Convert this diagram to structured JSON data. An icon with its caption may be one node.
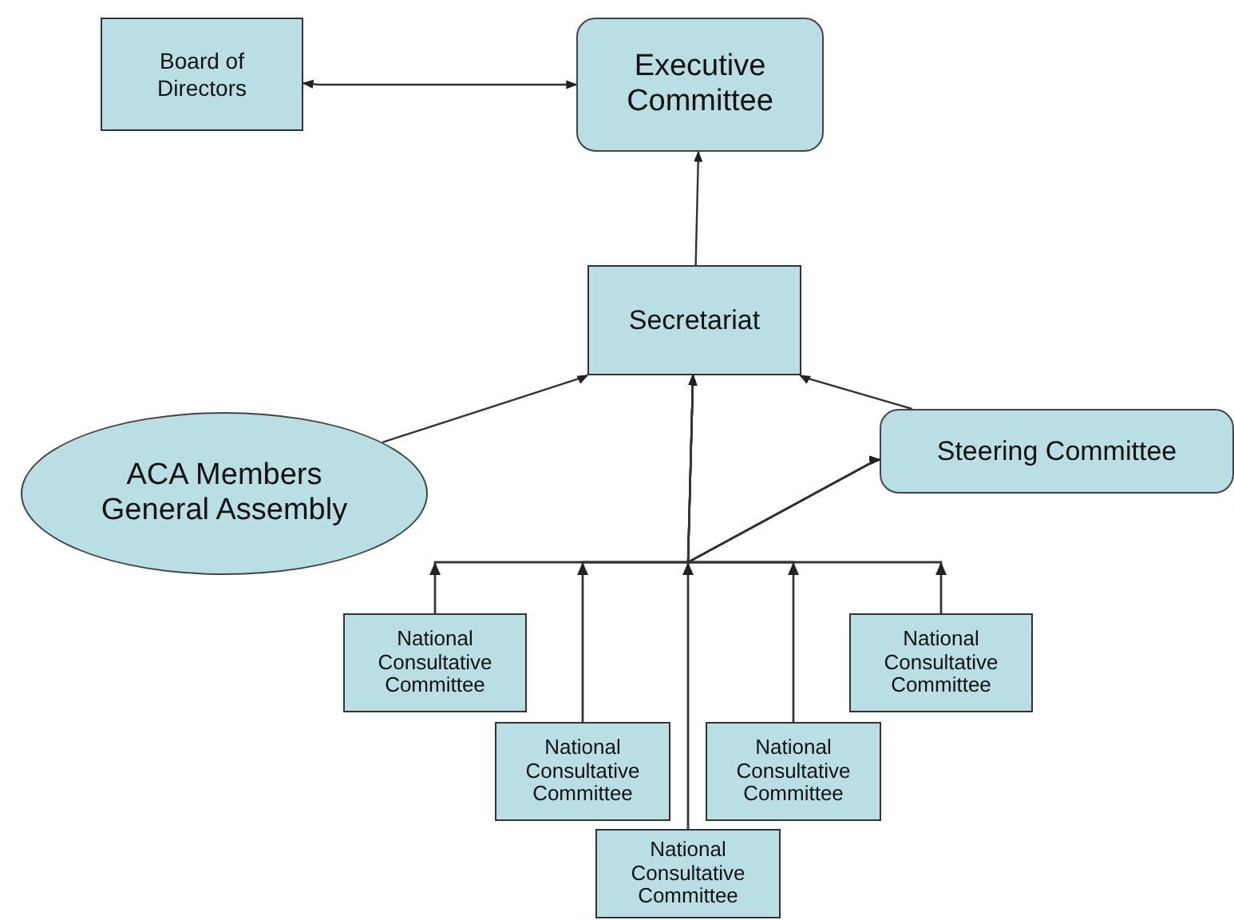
{
  "diagram": {
    "nodes": [
      {
        "text": [
          "Board of Directors"
        ]
      },
      {
        "text": [
          "Executive Committee"
        ]
      },
      {
        "text": [
          "Secretariat"
        ]
      },
      {
        "text": [
          "ACA Members General Assembly"
        ]
      },
      {
        "text": [
          "Steering Committee"
        ]
      },
      {
        "text": [
          "National Consultative Committee"
        ]
      },
      {
        "text": [
          "National Consultative Committee"
        ]
      },
      {
        "text": [
          "National Consultative Committee"
        ]
      },
      {
        "text": [
          "National Consultative Committee"
        ]
      },
      {
        "text": [
          "National Consultative Committee"
        ]
      }
    ],
    "edges": [
      {
        "from": 0,
        "to": 1,
        "arrow": "both"
      },
      {
        "from": 2,
        "to": 1,
        "arrow": "to"
      },
      {
        "from": 3,
        "to": 2,
        "arrow": "to"
      },
      {
        "from": 4,
        "to": 2,
        "arrow": "to"
      },
      {
        "from": 5,
        "to": 2,
        "arrow": "to"
      },
      {
        "from": 5,
        "to": 4,
        "arrow": "to"
      },
      {
        "from": 6,
        "to": 2,
        "arrow": "to"
      },
      {
        "from": 6,
        "to": 4,
        "arrow": "to"
      },
      {
        "from": 7,
        "to": 2,
        "arrow": "to"
      },
      {
        "from": 7,
        "to": 4,
        "arrow": "to"
      },
      {
        "from": 8,
        "to": 2,
        "arrow": "to"
      },
      {
        "from": 8,
        "to": 4,
        "arrow": "to"
      },
      {
        "from": 9,
        "to": 2,
        "arrow": "to"
      },
      {
        "from": 9,
        "to": 4,
        "arrow": "to"
      }
    ]
  }
}
